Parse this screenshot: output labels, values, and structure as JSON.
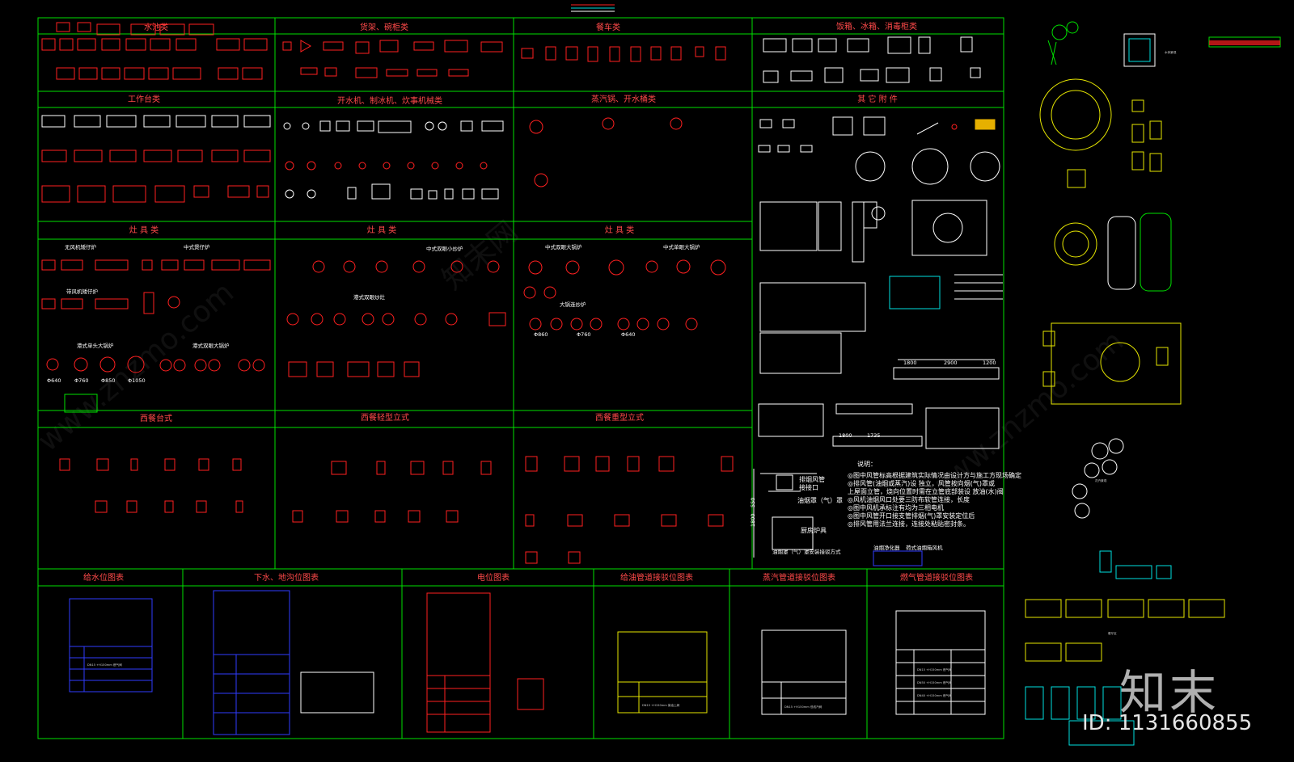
{
  "sections": {
    "sink": "水池类",
    "shelf": "货架、碗柜类",
    "cart": "餐车类",
    "cabinet": "饭箱、冰箱、消毒柜类",
    "worktable": "工作台类",
    "water_machine": "开水机、制冰机、炊事机械类",
    "steam_pot": "蒸汽锅、开水桶类",
    "other": "其 它 附 件",
    "stove1": "灶 具 类",
    "stove2": "灶 具 类",
    "stove3": "灶 具 类",
    "western_table": "西餐台式",
    "western_light": "西餐轻型立式",
    "western_heavy": "西餐重型立式",
    "water_supply": "给水位图表",
    "drain": "下水、地沟位图表",
    "electric": "电位图表",
    "oil": "给油管道接驳位图表",
    "steam": "蒸汽管道接驳位图表",
    "gas": "燃气管道接驳位图表"
  },
  "stove_labels": {
    "no_fan": "无风机矮仔炉",
    "chinese_soup": "中式煲仔炉",
    "fan": "带风机矮仔炉",
    "hk_single": "港式单头大锅炉",
    "hk_double": "港式双眼大锅炉",
    "cn_double_small": "中式双眼小炒炉",
    "hk_double_stir": "港式双眼炒灶",
    "cn_double_big": "中式双眼大锅炉",
    "cn_single_big": "中式单眼大锅炉",
    "big_pot": "大锅连炒炉"
  },
  "diameters": [
    "Φ640",
    "Φ760",
    "Φ850",
    "Φ1050",
    "Φ860",
    "Φ760",
    "Φ640"
  ],
  "hood": {
    "exhaust_pipe": "排烟风管",
    "interface": "接接口",
    "hood_label": "油烟罩（气）罩",
    "chef": "厨房炉具",
    "install_method": "油烟罩（气）罩安装接驳方式",
    "purifier": "油烟净化器",
    "fan": "荷式油烟箱风机",
    "dim_550": "550",
    "dim_1800": "1800"
  },
  "notes": {
    "title": "说明：",
    "lines": [
      "◎图中风管标高根据建筑实际情况由设计方与施工方现场确定",
      "◎排风管(油烟或蒸汽)设    独立，风管按向烟(气)罩或",
      "   上屋面立管，烧向位置时需在立管底部装设    放油(水)阀",
      "◎风机油烟风口处要三防布软管连接，长度",
      "◎图中风机承标注有均为三相电机",
      "◎图中风管开口接支管排烟(气)罩安装定位后",
      "◎排风管用法兰连接，连接处粘贴密封条。"
    ]
  },
  "dims": {
    "d1800a": "1800",
    "d2900": "2900",
    "d1200": "1200",
    "d1800b": "1800",
    "d1735": "1735"
  },
  "gas_legend": {
    "natural": "DN15 +H150mm  燃气阀",
    "lpg": "DN50 +H150mm  燃气阀",
    "coal": "DN40 +H150mm  燃气阀",
    "pipe": "DN15 +H150mm  燃气阀",
    "steam_row": "DN15 +H150mm  低线汽阀",
    "oil_row": "DN15 +H150mm  柴油上阀"
  },
  "right_labels": {
    "water_feature": "水体景观",
    "plant": "花卉景观",
    "dining": "餐厅区"
  },
  "watermark": {
    "site": "www.znzmo.com",
    "brand": "知末网",
    "logo": "知末",
    "id": "ID: 1131660855"
  },
  "colors": {
    "grid": "#00e000",
    "title": "#ff4a4a",
    "symbol": "#ff2020",
    "line": "#ffffff",
    "blue": "#2f3cff",
    "yellow": "#e6e600",
    "cyan": "#00e0e0"
  }
}
